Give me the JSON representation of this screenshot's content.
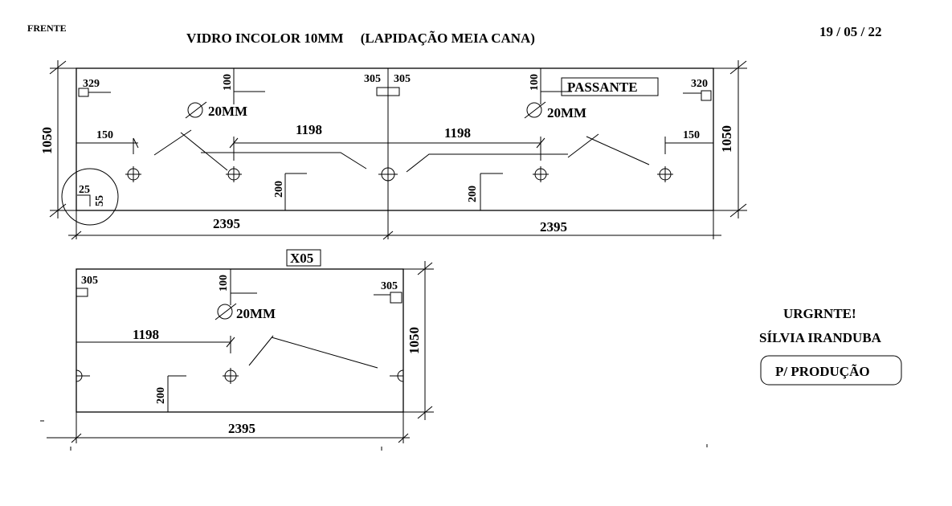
{
  "header": {
    "side_label": "FRENTE",
    "title": "VIDRO INCOLOR 10MM     (LAPIDAÇÃO MEIA CANA)",
    "date": "19 / 05 / 22"
  },
  "top_piece": {
    "passante_label": "PASSANTE",
    "corner_left": "329",
    "corner_right": "320",
    "notch_left": "305",
    "notch_right": "305",
    "offset_left": "100",
    "offset_right": "100",
    "hole_diameter_left": "20MM",
    "hole_diameter_right": "20MM",
    "edge_left": "150",
    "edge_right": "150",
    "spacing_left": "1198",
    "spacing_right": "1198",
    "bottom_offset_left": "200",
    "bottom_offset_right": "200",
    "radius_a": "25",
    "radius_b": "55",
    "height_left": "1050",
    "height_right": "1050",
    "width_left": "2395",
    "width_right": "2395"
  },
  "bottom_piece": {
    "quantity_label": "X05",
    "corner_left": "305",
    "corner_right": "305",
    "offset_top": "100",
    "hole_diameter": "20MM",
    "spacing": "1198",
    "bottom_offset": "200",
    "height": "1050",
    "width": "2395"
  },
  "notes": {
    "urgent": "URGRNTE!",
    "client": "SÍLVIA IRANDUBA",
    "production": "P/ PRODUÇÃO"
  }
}
